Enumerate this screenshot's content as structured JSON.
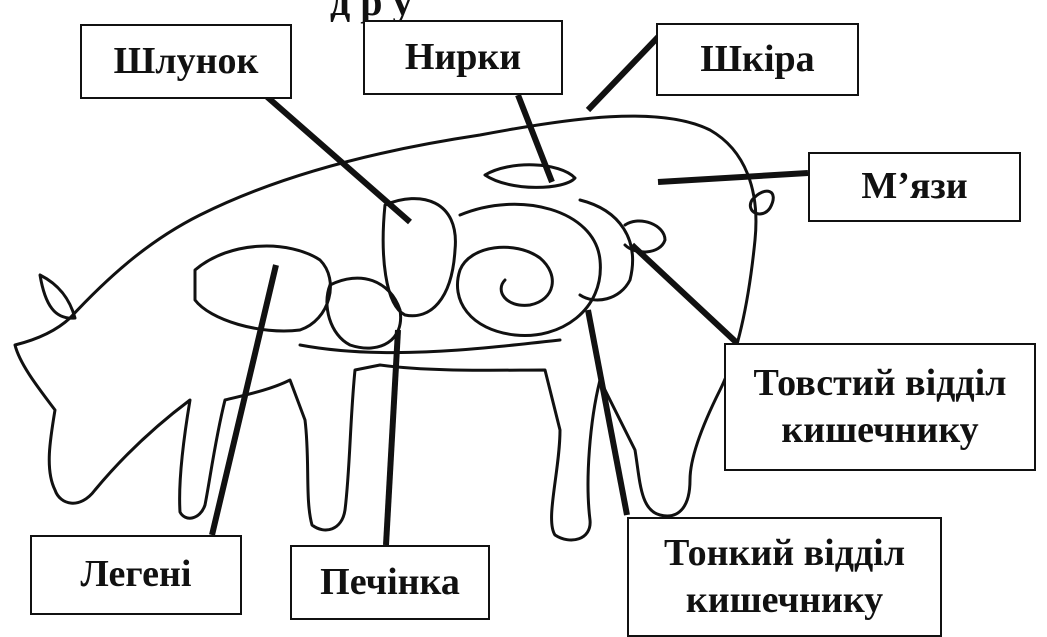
{
  "title_fragment": "д     р       у",
  "labels": {
    "stomach": "Шлунок",
    "kidneys": "Нирки",
    "skin": "Шкіра",
    "muscles": "М’язи",
    "large_intestine": "Товстий відділ\nкишечнику",
    "lungs": "Легені",
    "liver": "Печінка",
    "small_intestine": "Тонкий відділ\nкишечнику"
  },
  "colors": {
    "ink": "#111111",
    "background": "#ffffff"
  }
}
